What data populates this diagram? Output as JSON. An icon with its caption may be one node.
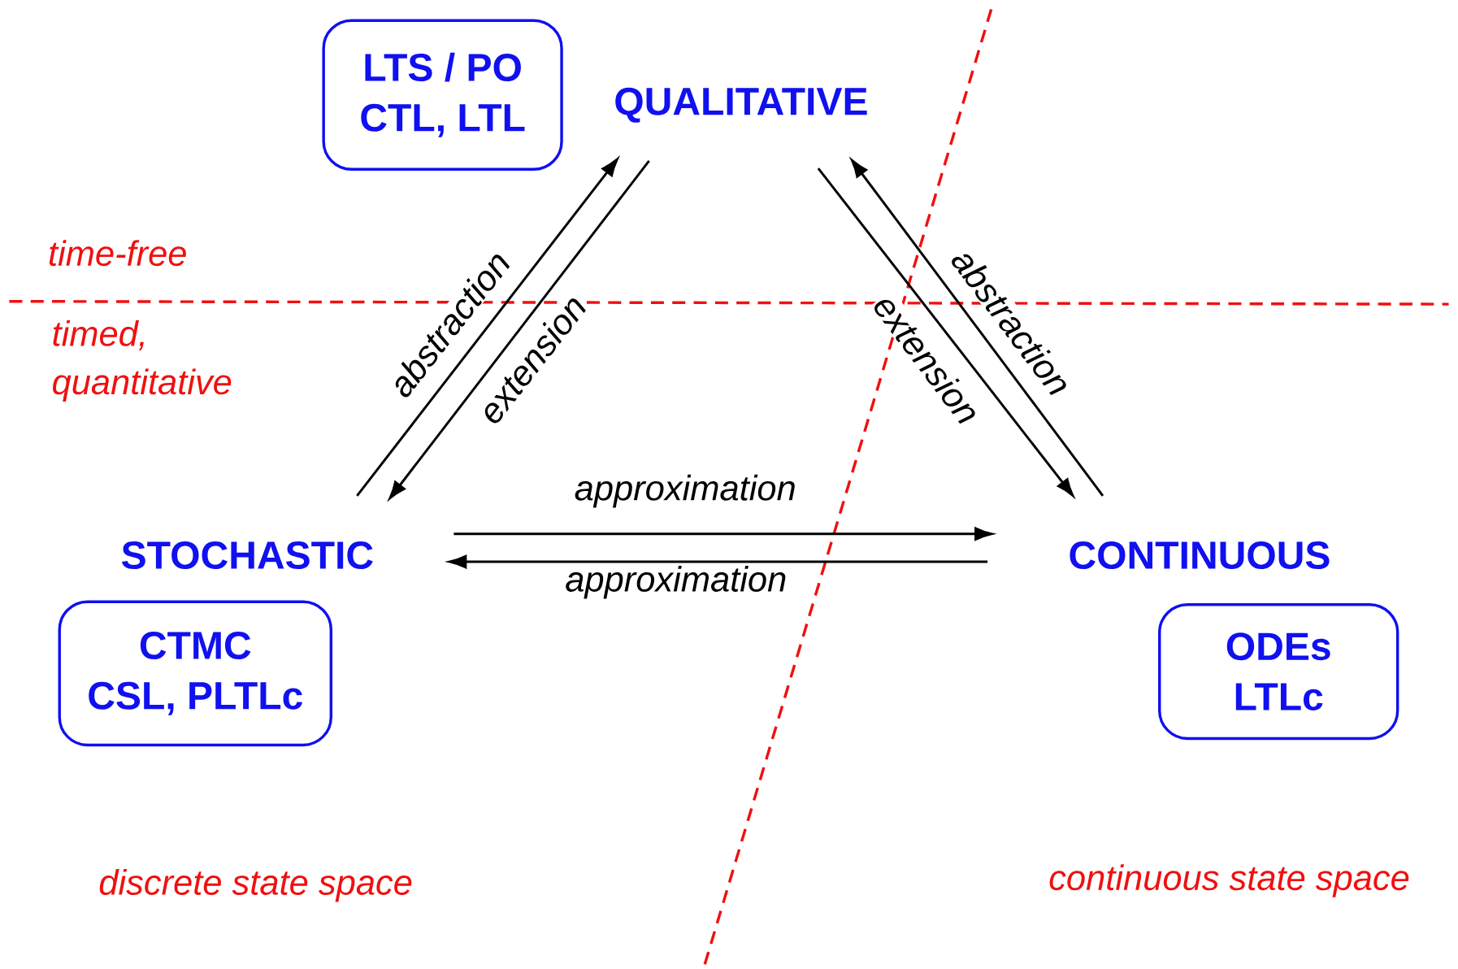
{
  "diagram": {
    "nodes": [
      {
        "text": [
          "QUALITATIVE"
        ]
      },
      {
        "text": [
          "LTS / PO",
          "CTL, LTL"
        ]
      },
      {
        "text": [
          "STOCHASTIC"
        ]
      },
      {
        "text": [
          "CTMC",
          "CSL, PLTLc"
        ]
      },
      {
        "text": [
          "CONTINUOUS"
        ]
      },
      {
        "text": [
          "ODEs",
          "LTLc"
        ]
      }
    ],
    "edges": [
      {
        "from": 2,
        "to": 0,
        "arrow": "to",
        "label": "abstraction"
      },
      {
        "from": 0,
        "to": 2,
        "arrow": "to",
        "label": "extension"
      },
      {
        "from": 4,
        "to": 0,
        "arrow": "to",
        "label": "abstraction"
      },
      {
        "from": 0,
        "to": 4,
        "arrow": "to",
        "label": "extension"
      },
      {
        "from": 2,
        "to": 4,
        "arrow": "to",
        "label": "approximation"
      },
      {
        "from": 4,
        "to": 2,
        "arrow": "to",
        "label": "approximation"
      }
    ],
    "labels": [
      "time-free",
      "timed, quantitative",
      "discrete state space",
      "continuous state space"
    ]
  }
}
